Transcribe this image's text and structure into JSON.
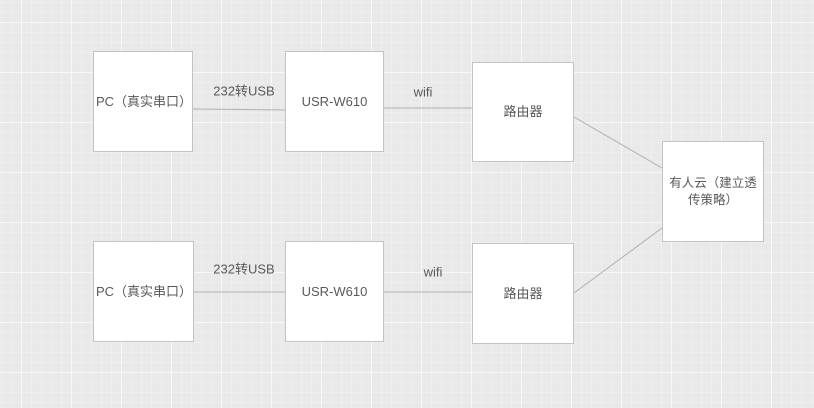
{
  "diagram": {
    "colors": {
      "canvas_background": "#e9e9e9",
      "grid_major": "#f8f8f8",
      "grid_minor": "#eeeeee",
      "node_fill": "#ffffff",
      "node_border": "#c3c3c3",
      "connector": "#b0b0b0",
      "text": "#595959"
    },
    "nodes": [
      {
        "id": "pc-top",
        "label": "PC（真实串口）"
      },
      {
        "id": "usr-w610-top",
        "label": "USR-W610"
      },
      {
        "id": "router-top",
        "label": "路由器"
      },
      {
        "id": "cloud",
        "label": "有人云（建立透传策略）"
      },
      {
        "id": "pc-bottom",
        "label": "PC（真实串口）"
      },
      {
        "id": "usr-w610-bottom",
        "label": "USR-W610"
      },
      {
        "id": "router-bottom",
        "label": "路由器"
      }
    ],
    "edge_labels": [
      {
        "id": "232-usb-top",
        "text": "232转USB"
      },
      {
        "id": "wifi-top",
        "text": "wifi"
      },
      {
        "id": "232-usb-bottom",
        "text": "232转USB"
      },
      {
        "id": "wifi-bottom",
        "text": "wifi"
      }
    ]
  }
}
